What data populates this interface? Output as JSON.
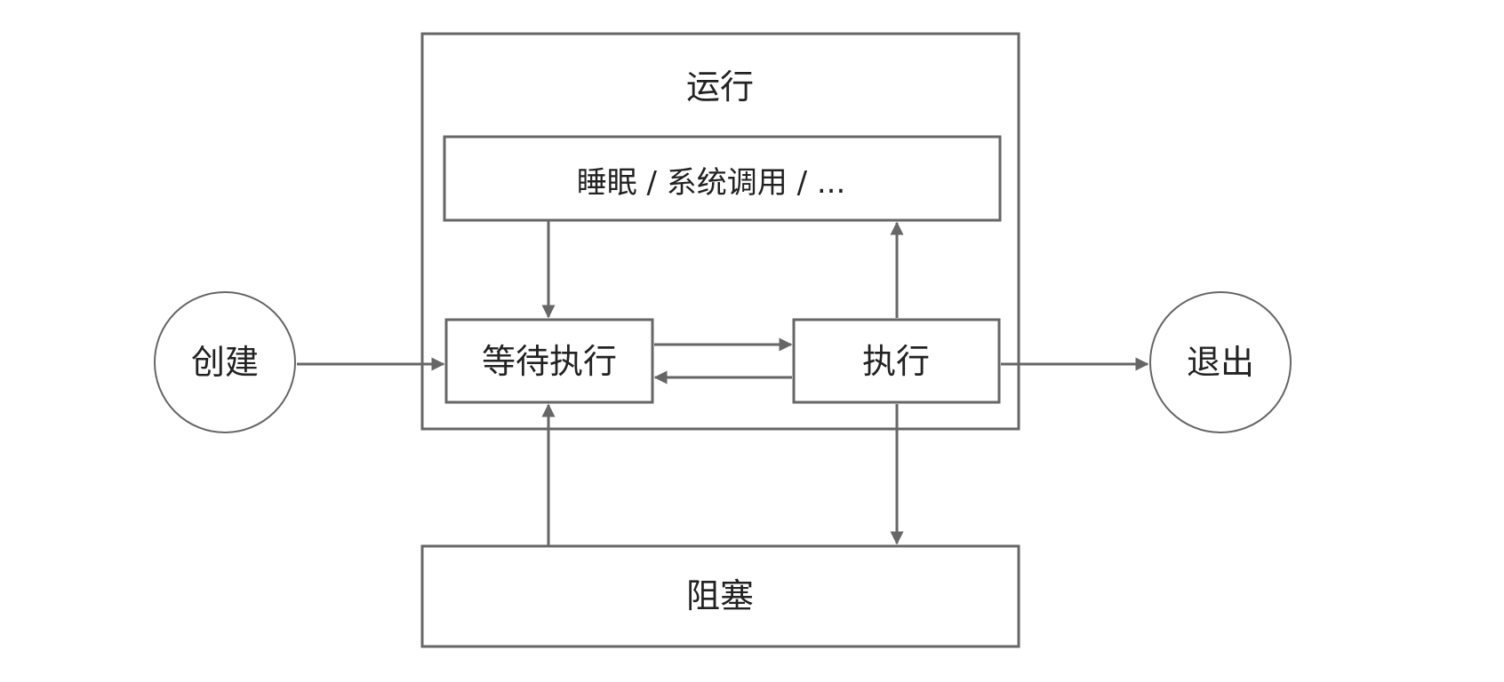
{
  "diagram": {
    "colors": {
      "stroke": "#666666",
      "text": "#222222",
      "background": "#ffffff"
    },
    "nodes": {
      "create": "创建",
      "running_group": "运行",
      "sleep_syscall": "睡眠 / 系统调用 / ...",
      "wait_exec": "等待执行",
      "exec": "执行",
      "exit": "退出",
      "blocked": "阻塞"
    },
    "edges": [
      {
        "from": "create",
        "to": "wait_exec"
      },
      {
        "from": "sleep_syscall",
        "to": "wait_exec"
      },
      {
        "from": "wait_exec",
        "to": "exec"
      },
      {
        "from": "exec",
        "to": "wait_exec"
      },
      {
        "from": "exec",
        "to": "sleep_syscall"
      },
      {
        "from": "exec",
        "to": "exit"
      },
      {
        "from": "exec",
        "to": "blocked"
      },
      {
        "from": "blocked",
        "to": "wait_exec"
      }
    ]
  }
}
